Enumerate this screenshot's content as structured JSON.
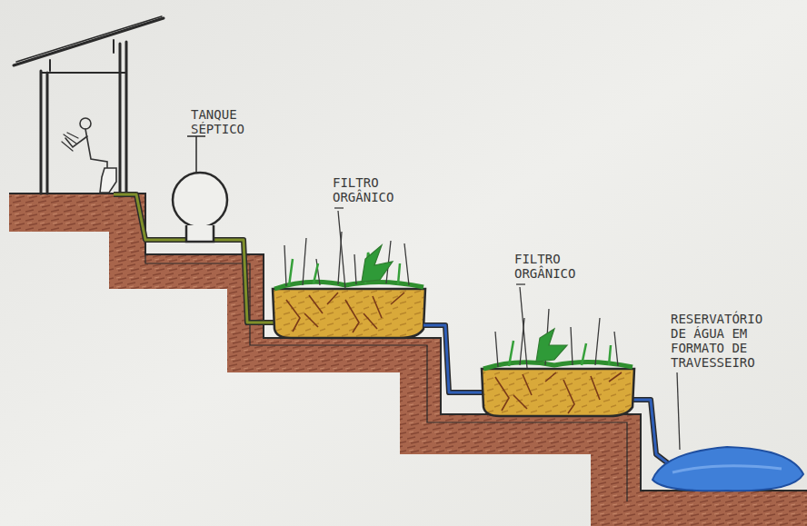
{
  "diagram": {
    "labels": [
      "TANQUE SÉPTICO",
      "FILTRO ORGÂNICO",
      "FILTRO ORGÂNICO",
      "RESERVATÓRIO DE ÁGUA EM FORMATO DE TRAVESSEIRO"
    ]
  }
}
